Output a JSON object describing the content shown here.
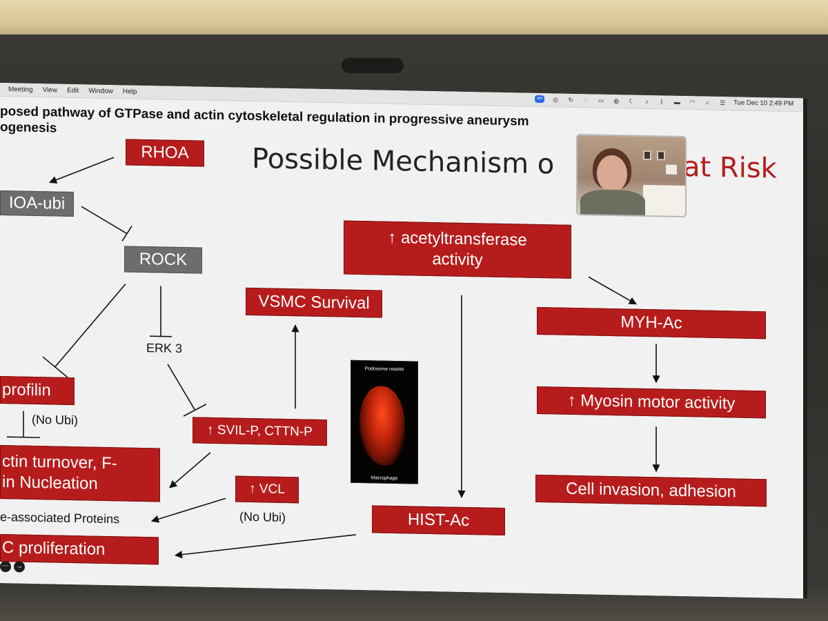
{
  "menubar": {
    "items": [
      "Meeting",
      "View",
      "Edit",
      "Window",
      "Help"
    ],
    "datetime": "Tue Dec 10  2:49 PM",
    "zoom_badge": "zm"
  },
  "slide": {
    "left_title_line1": "posed pathway of GTPase and actin cytoskeletal regulation in progressive aneurysm",
    "left_title_line2": "ogenesis",
    "main_title": "Possible Mechanism o",
    "main_title_end": "at Risk",
    "nodes": {
      "rhoa": "RHOA",
      "rhoa_ubi": "IOA-ubi",
      "rock": "ROCK",
      "erk3": "ERK 3",
      "profilin": "profilin",
      "no_ubi_1": "(No Ubi)",
      "actin_turnover_1": "ctin turnover, F-",
      "actin_turnover_2": "in Nucleation",
      "associated_proteins": "e-associated Proteins",
      "proliferation": "C proliferation",
      "svil": "↑ SVIL-P, CTTN-P",
      "vsmc": "VSMC Survival",
      "vcl": "↑ VCL",
      "no_ubi_2": "(No Ubi)",
      "acetyl_1": "↑ acetyltransferase",
      "acetyl_2": "activity",
      "hist": "HIST-Ac",
      "myh": "MYH-Ac",
      "myosin": "↑ Myosin motor activity",
      "invasion": "Cell invasion, adhesion"
    },
    "micrograph": {
      "top_caption": "Podosome rosette",
      "bottom_caption": "Macrophage"
    }
  },
  "colors": {
    "box_red": "#b71c1c",
    "box_gray": "#6d6d6d",
    "title_red": "#b21b1b"
  }
}
